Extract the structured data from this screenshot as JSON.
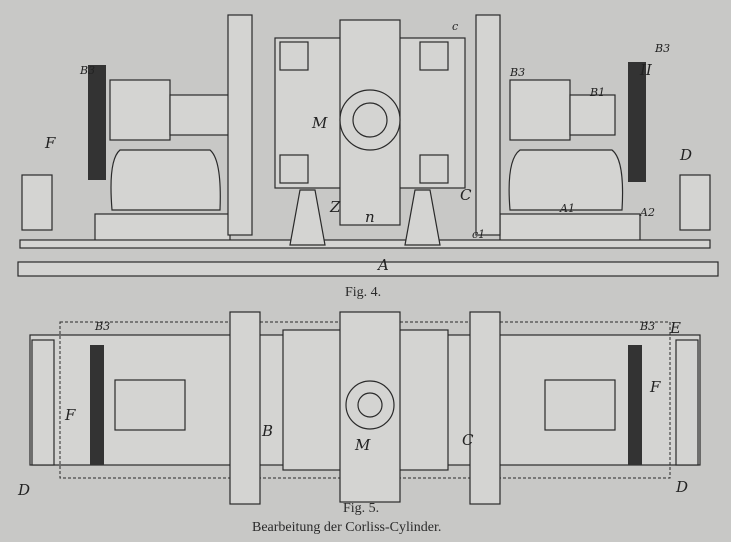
{
  "fig4": {
    "caption": "Fig. 4.",
    "labels": {
      "M": "M",
      "II": "II",
      "A": "A",
      "A1": "A1",
      "A2": "A2",
      "n": "n",
      "Z": "Z",
      "C": "C",
      "c": "c",
      "c1": "c1",
      "B3a": "B3",
      "B3b": "B3",
      "B3c": "B3",
      "B1": "B1",
      "F": "F",
      "D": "D"
    }
  },
  "fig5": {
    "caption": "Fig. 5.",
    "labels": {
      "M": "M",
      "B3a": "B3",
      "B3b": "B3",
      "E": "E",
      "Fa": "F",
      "Fb": "F",
      "Da": "D",
      "Db": "D",
      "C": "C",
      "B": "B"
    }
  },
  "title": "Bearbeitung der Corliss-Cylinder."
}
